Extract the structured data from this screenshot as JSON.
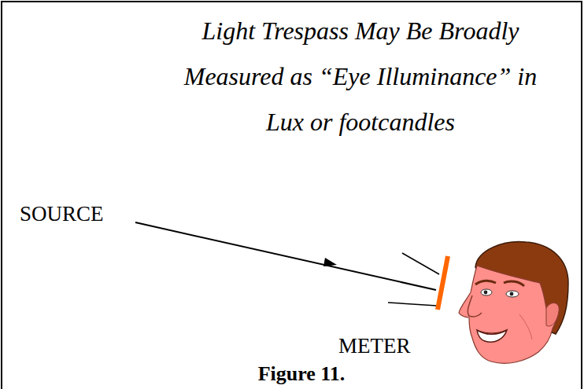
{
  "diagram": {
    "title": "Light Trespass May Be Broadly Measured as “Eye Illuminance” in Lux or footcandles",
    "caption": "Figure 11.",
    "labels": [
      "SOURCE",
      "METER"
    ]
  }
}
